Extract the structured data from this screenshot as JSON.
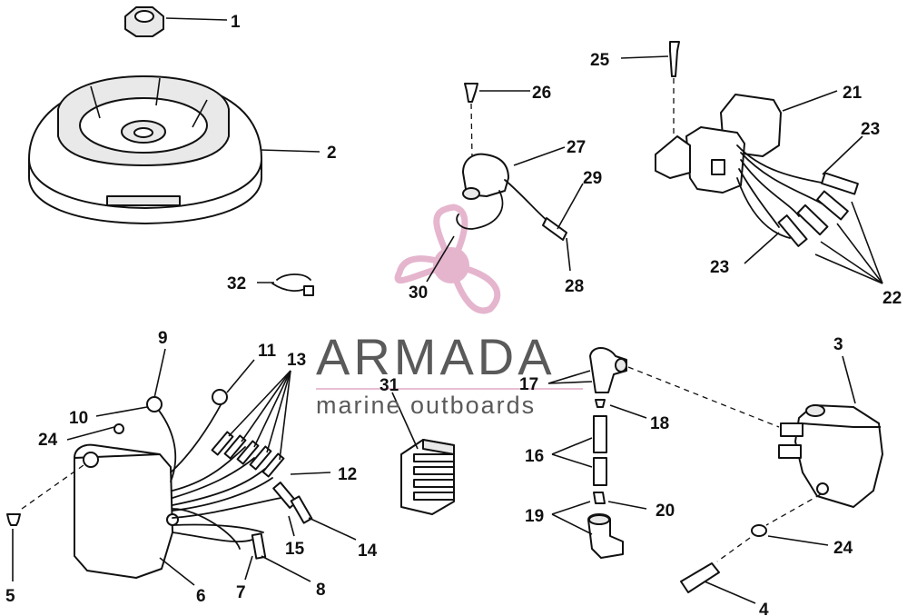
{
  "watermark": {
    "brand": "ARMADA",
    "tagline": "marine outboards",
    "logo_color": "#e1a9c6",
    "text_color": "#5a5a5a"
  },
  "callouts": {
    "c1": "1",
    "c2": "2",
    "c3": "3",
    "c4": "4",
    "c5": "5",
    "c6": "6",
    "c7": "7",
    "c8": "8",
    "c9": "9",
    "c10": "10",
    "c11": "11",
    "c12": "12",
    "c13": "13",
    "c14": "14",
    "c15": "15",
    "c16": "16",
    "c17": "17",
    "c18": "18",
    "c19": "19",
    "c20": "20",
    "c21": "21",
    "c22": "22",
    "c23a": "23",
    "c23b": "23",
    "c24a": "24",
    "c24b": "24",
    "c25": "25",
    "c26": "26",
    "c27": "27",
    "c28": "28",
    "c29": "29",
    "c30": "30",
    "c31": "31",
    "c32": "32"
  }
}
